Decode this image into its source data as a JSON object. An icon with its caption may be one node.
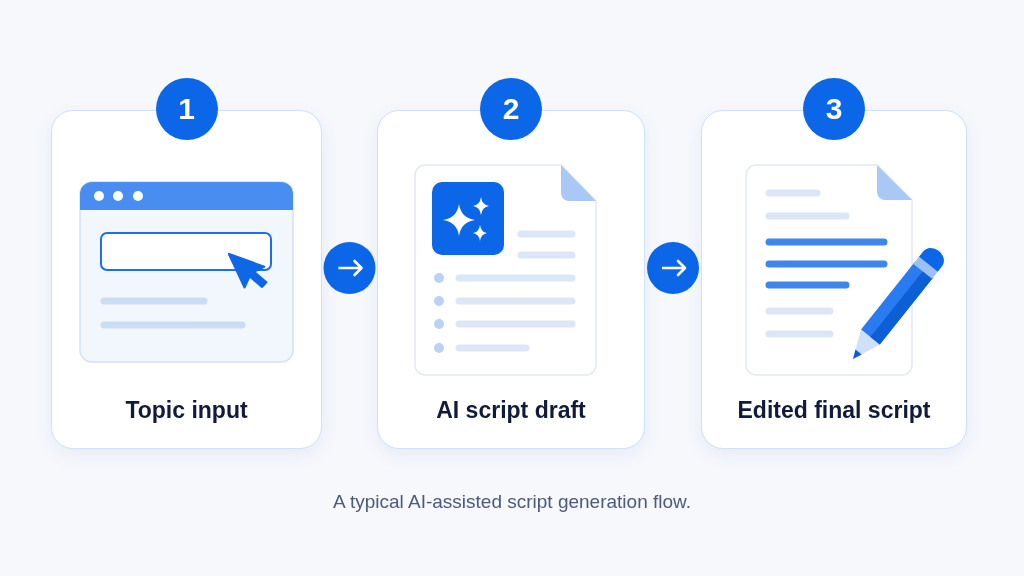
{
  "diagram": {
    "caption": "A typical AI-assisted script generation flow.",
    "nodes": [
      {
        "text": [
          "1",
          "Topic input"
        ]
      },
      {
        "text": [
          "2",
          "AI script draft"
        ]
      },
      {
        "text": [
          "3",
          "Edited final script"
        ]
      }
    ],
    "edges": [
      {
        "from": 0,
        "to": 1,
        "arrow": "to"
      },
      {
        "from": 1,
        "to": 2,
        "arrow": "to"
      }
    ]
  }
}
